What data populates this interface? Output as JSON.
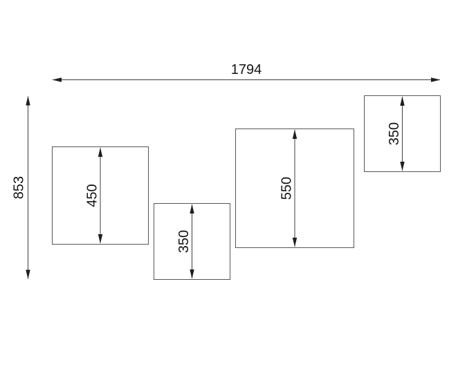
{
  "drawing": {
    "overall_width_label": "1794",
    "overall_height_label": "853",
    "panels": [
      {
        "label": "450"
      },
      {
        "label": "350"
      },
      {
        "label": "550"
      },
      {
        "label": "350"
      }
    ],
    "line_color": "#3c3c3c",
    "panel_outline_color": "#555555",
    "text_color": "#141414",
    "background": "#ffffff"
  }
}
